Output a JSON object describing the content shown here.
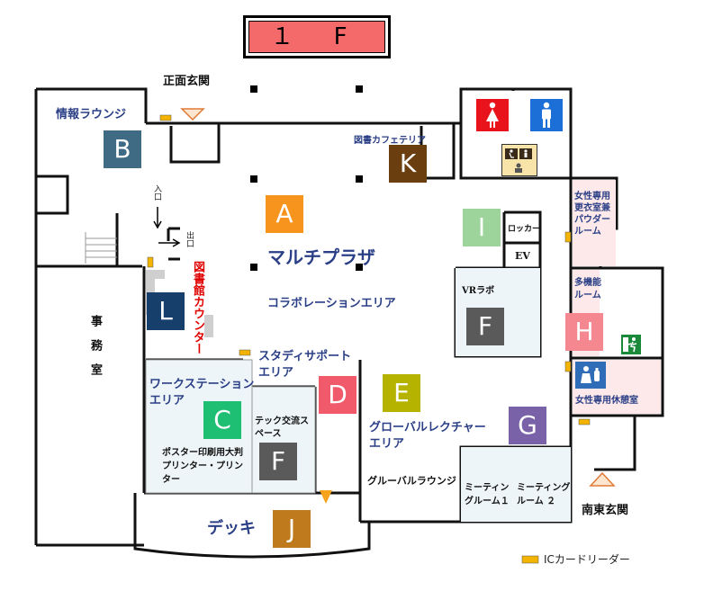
{
  "floor_label": "１ F",
  "entrances": {
    "main": "正面玄関",
    "southeast": "南東玄関"
  },
  "gate": {
    "entrance": "入口",
    "exit": "出口"
  },
  "rooms": {
    "info_lounge": "情報ラウンジ",
    "library_cafeteria": "図書カフェテリア",
    "multi_plaza": "マルチプラザ",
    "collaboration_area": "コラボレーションエリア",
    "library_counter": "図書館カウンター",
    "office": "事務室",
    "study_support": "スタディサポートエリア",
    "workstation": "ワークステーションエリア",
    "poster_printer": "ポスター印刷用大判プリンター・プリンター",
    "tech_space": "テック交流スペース",
    "global_lecture": "グローバルレクチャーエリア",
    "global_lounge": "グルーバルラウンジ",
    "meeting1": "ミーティングルーム１",
    "meeting2": "ミーティングルーム ２",
    "deck": "デッキ",
    "vr_lab": "VRラボ",
    "locker": "ロッカー",
    "ev": "EV",
    "women_changing": "女性専用更衣室兼パウダールーム",
    "multipurpose": "多機能ルーム",
    "women_rest": "女性専用休憩室"
  },
  "badges": {
    "A": {
      "letter": "A",
      "color": "#f7941d"
    },
    "B": {
      "letter": "B",
      "color": "#3f6b85"
    },
    "C": {
      "letter": "C",
      "color": "#1fbf73"
    },
    "D": {
      "letter": "D",
      "color": "#f05a6a"
    },
    "E": {
      "letter": "E",
      "color": "#b5b200"
    },
    "F1": {
      "letter": "F",
      "color": "#5a5a5a"
    },
    "F2": {
      "letter": "F",
      "color": "#5a5a5a"
    },
    "G": {
      "letter": "G",
      "color": "#7a62a8"
    },
    "H": {
      "letter": "H",
      "color": "#f4878f"
    },
    "I": {
      "letter": "I",
      "color": "#9cd49c"
    },
    "J": {
      "letter": "J",
      "color": "#c07a1e"
    },
    "K": {
      "letter": "K",
      "color": "#6b3e0f"
    },
    "L": {
      "letter": "L",
      "color": "#173f6b"
    }
  },
  "legend": {
    "ic_card_reader": "ICカードリーダー",
    "ic_color": "#f2b400"
  },
  "icons": [
    "women-restroom-icon",
    "men-restroom-icon",
    "accessible-restroom-icon",
    "emergency-exit-icon",
    "nursing-room-icon"
  ]
}
